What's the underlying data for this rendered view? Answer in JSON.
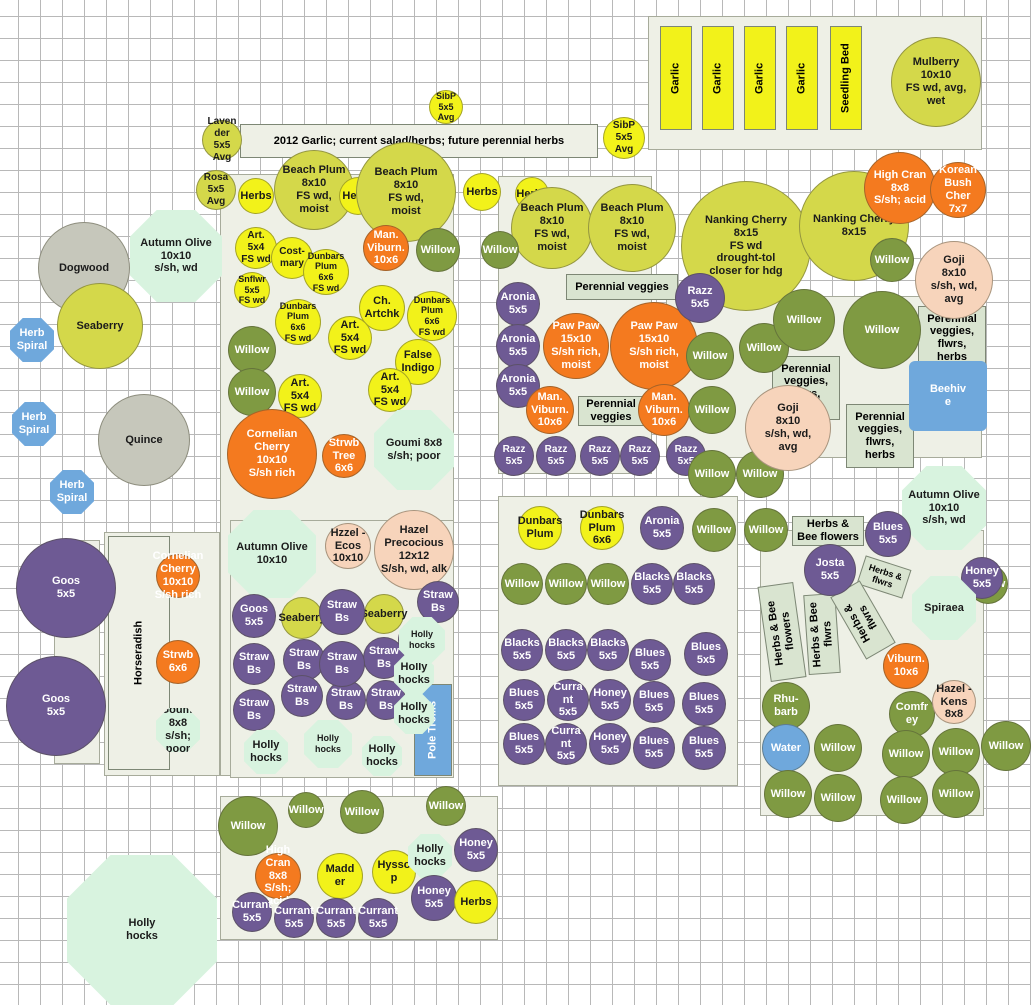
{
  "colors": {
    "yellow": "#f2f21a",
    "olive_yellow": "#d4d84a",
    "orange": "#f47a1f",
    "purple": "#6e5a94",
    "green": "#7f9a42",
    "mint": "#d8f3df",
    "peach": "#f7d4bb",
    "blue_octagon": "#6fa8dc",
    "grey_circle": "#c6c7bb",
    "bed": "#eef0e6",
    "label_box": "#d9e4d0"
  },
  "plants": [
    {
      "text": "SibP\n5x5\nAvg",
      "shape": "c",
      "color": "yellow"
    },
    {
      "text": "SibP\n5x5\nAvg",
      "shape": "c",
      "color": "yellow"
    },
    {
      "text": "Laven\nder\n5x5\nAvg",
      "shape": "c",
      "color": "olive_yellow"
    },
    {
      "text": "Rosa\n5x5\nAvg",
      "shape": "c",
      "color": "olive_yellow"
    },
    {
      "text": "Herbs",
      "shape": "c",
      "color": "yellow"
    },
    {
      "text": "Beach Plum\n8x10\nFS wd,\nmoist",
      "shape": "c",
      "color": "olive_yellow"
    },
    {
      "text": "Herbs",
      "shape": "c",
      "color": "yellow"
    },
    {
      "text": "Beach Plum\n8x10\nFS wd,\nmoist",
      "shape": "c",
      "color": "olive_yellow"
    },
    {
      "text": "Herbs",
      "shape": "c",
      "color": "yellow"
    },
    {
      "text": "Herbs",
      "shape": "c",
      "color": "yellow"
    },
    {
      "text": "Beach Plum\n8x10\nFS wd,\nmoist",
      "shape": "c",
      "color": "olive_yellow"
    },
    {
      "text": "Beach Plum\n8x10\nFS wd,\nmoist",
      "shape": "c",
      "color": "olive_yellow"
    },
    {
      "text": "Nanking Cherry\n8x15\nFS wd\ndrought-tol\ncloser for hdg",
      "shape": "c",
      "color": "olive_yellow"
    },
    {
      "text": "Nanking Cherry\n8x15",
      "shape": "c",
      "color": "olive_yellow"
    },
    {
      "text": "Mulberry\n10x10\nFS wd, avg,\nwet",
      "shape": "c",
      "color": "olive_yellow"
    },
    {
      "text": "High Cran\n8x8\nS/sh; acid",
      "shape": "c",
      "color": "orange",
      "white": true
    },
    {
      "text": "Korean\nBush Cher\n7x7",
      "shape": "c",
      "color": "orange",
      "white": true
    },
    {
      "text": "Autumn Olive\n10x10\ns/sh, wd",
      "shape": "oct",
      "color": "mint"
    },
    {
      "text": "Dogwood",
      "shape": "c",
      "color": "grey_circle"
    },
    {
      "text": "Seaberry",
      "shape": "c",
      "color": "olive_yellow"
    },
    {
      "text": "Herb\nSpiral",
      "shape": "oct",
      "color": "blue_octagon",
      "white": true
    },
    {
      "text": "Herb\nSpiral",
      "shape": "oct",
      "color": "blue_octagon",
      "white": true
    },
    {
      "text": "Herb\nSpiral",
      "shape": "oct",
      "color": "blue_octagon",
      "white": true
    },
    {
      "text": "Quince",
      "shape": "c",
      "color": "grey_circle"
    },
    {
      "text": "Art.\n5x4\nFS wd",
      "shape": "c",
      "color": "yellow"
    },
    {
      "text": "Cost-\nmary",
      "shape": "c",
      "color": "yellow"
    },
    {
      "text": "Man.\nViburn.\n10x6",
      "shape": "c",
      "color": "orange",
      "white": true
    },
    {
      "text": "Willow",
      "shape": "c",
      "color": "green",
      "white": true
    },
    {
      "text": "Willow",
      "shape": "c",
      "color": "green",
      "white": true
    },
    {
      "text": "Snflwr\n5x5\nFS wd",
      "shape": "c",
      "color": "yellow"
    },
    {
      "text": "Dunbars\nPlum\n6x6\nFS wd",
      "shape": "c",
      "color": "yellow"
    },
    {
      "text": "Dunbars\nPlum\n6x6\nFS wd",
      "shape": "c",
      "color": "yellow"
    },
    {
      "text": "Ch.\nArtchk",
      "shape": "c",
      "color": "yellow"
    },
    {
      "text": "Dunbars\nPlum\n6x6\nFS wd",
      "shape": "c",
      "color": "yellow"
    },
    {
      "text": "Art.\n5x4\nFS wd",
      "shape": "c",
      "color": "yellow"
    },
    {
      "text": "False\nIndigo",
      "shape": "c",
      "color": "yellow"
    },
    {
      "text": "Willow",
      "shape": "c",
      "color": "green",
      "white": true
    },
    {
      "text": "Willow",
      "shape": "c",
      "color": "green",
      "white": true
    },
    {
      "text": "Art.\n5x4\nFS wd",
      "shape": "c",
      "color": "yellow"
    },
    {
      "text": "Art.\n5x4\nFS wd",
      "shape": "c",
      "color": "yellow"
    },
    {
      "text": "Cornelian\nCherry\n10x10\nS/sh rich",
      "shape": "c",
      "color": "orange",
      "white": true
    },
    {
      "text": "Strwb\nTree\n6x6",
      "shape": "c",
      "color": "orange",
      "white": true
    },
    {
      "text": "Goumi 8x8\ns/sh; poor",
      "shape": "oct",
      "color": "mint"
    },
    {
      "text": "Aronia\n5x5",
      "shape": "c",
      "color": "purple",
      "white": true
    },
    {
      "text": "Aronia\n5x5",
      "shape": "c",
      "color": "purple",
      "white": true
    },
    {
      "text": "Aronia\n5x5",
      "shape": "c",
      "color": "purple",
      "white": true
    },
    {
      "text": "Paw Paw\n15x10\nS/sh rich,\nmoist",
      "shape": "c",
      "color": "orange",
      "white": true
    },
    {
      "text": "Paw Paw\n15x10\nS/sh rich,\nmoist",
      "shape": "c",
      "color": "orange",
      "white": true
    },
    {
      "text": "Man.\nViburn.\n10x6",
      "shape": "c",
      "color": "orange",
      "white": true
    },
    {
      "text": "Man.\nViburn.\n10x6",
      "shape": "c",
      "color": "orange",
      "white": true
    },
    {
      "text": "Razz\n5x5",
      "shape": "c",
      "color": "purple",
      "white": true
    },
    {
      "text": "Razz\n5x5",
      "shape": "c",
      "color": "purple",
      "white": true
    },
    {
      "text": "Razz\n5x5",
      "shape": "c",
      "color": "purple",
      "white": true
    },
    {
      "text": "Razz\n5x5",
      "shape": "c",
      "color": "purple",
      "white": true
    },
    {
      "text": "Razz\n5x5",
      "shape": "c",
      "color": "purple",
      "white": true
    },
    {
      "text": "Razz\n5x5",
      "shape": "c",
      "color": "purple",
      "white": true
    },
    {
      "text": "Willow",
      "shape": "c",
      "color": "green",
      "white": true
    },
    {
      "text": "Willow",
      "shape": "c",
      "color": "green",
      "white": true
    },
    {
      "text": "Willow",
      "shape": "c",
      "color": "green",
      "white": true
    },
    {
      "text": "Willow",
      "shape": "c",
      "color": "green",
      "white": true
    },
    {
      "text": "Willow",
      "shape": "c",
      "color": "green",
      "white": true
    },
    {
      "text": "Willow",
      "shape": "c",
      "color": "green",
      "white": true
    },
    {
      "text": "Willow",
      "shape": "c",
      "color": "green",
      "white": true
    },
    {
      "text": "Willow",
      "shape": "c",
      "color": "green",
      "white": true
    },
    {
      "text": "Goji\n8x10\ns/sh, wd,\navg",
      "shape": "c",
      "color": "peach"
    },
    {
      "text": "Goji\n8x10\ns/sh, wd,\navg",
      "shape": "c",
      "color": "peach"
    },
    {
      "text": "Beehiv\ne",
      "shape": "rr",
      "color": "blue_octagon",
      "white": true
    },
    {
      "text": "Autumn Olive\n10x10\ns/sh, wd",
      "shape": "oct",
      "color": "mint"
    },
    {
      "text": "Autumn Olive\n10x10",
      "shape": "oct",
      "color": "mint"
    },
    {
      "text": "Hzzel - Ecos\n10x10",
      "shape": "c",
      "color": "peach"
    },
    {
      "text": "Hazel\nPrecocious\n12x12\nS/sh, wd, alk",
      "shape": "c",
      "color": "peach"
    },
    {
      "text": "Cornelian\nCherry\n10x10\nS/sh rich",
      "shape": "c",
      "color": "orange",
      "white": true
    },
    {
      "text": "Strwb\n6x6",
      "shape": "c",
      "color": "orange",
      "white": true
    },
    {
      "text": "Goumi 8x8\ns/sh; poor",
      "shape": "oct",
      "color": "mint"
    },
    {
      "text": "Goos\n5x5",
      "shape": "c",
      "color": "purple",
      "white": true
    },
    {
      "text": "Goos\n5x5",
      "shape": "c",
      "color": "purple",
      "white": true
    },
    {
      "text": "Goos\n5x5",
      "shape": "c",
      "color": "purple",
      "white": true
    },
    {
      "text": "Seaberry",
      "shape": "c",
      "color": "olive_yellow"
    },
    {
      "text": "Seaberry",
      "shape": "c",
      "color": "olive_yellow"
    },
    {
      "text": "Straw\nBs",
      "shape": "c",
      "color": "purple",
      "white": true
    },
    {
      "text": "Straw\nBs",
      "shape": "c",
      "color": "purple",
      "white": true
    },
    {
      "text": "Straw\nBs",
      "shape": "c",
      "color": "purple",
      "white": true
    },
    {
      "text": "Straw\nBs",
      "shape": "c",
      "color": "purple",
      "white": true
    },
    {
      "text": "Straw\nBs",
      "shape": "c",
      "color": "purple",
      "white": true
    },
    {
      "text": "Straw\nBs",
      "shape": "c",
      "color": "purple",
      "white": true
    },
    {
      "text": "Straw\nBs",
      "shape": "c",
      "color": "purple",
      "white": true
    },
    {
      "text": "Straw\nBs",
      "shape": "c",
      "color": "purple",
      "white": true
    },
    {
      "text": "Straw\nBs",
      "shape": "c",
      "color": "purple",
      "white": true
    },
    {
      "text": "Straw\nBs",
      "shape": "c",
      "color": "purple",
      "white": true
    },
    {
      "text": "Straw\nBs",
      "shape": "c",
      "color": "purple",
      "white": true
    },
    {
      "text": "Holly\nhocks",
      "shape": "oct",
      "color": "mint"
    },
    {
      "text": "Holly\nhocks",
      "shape": "oct",
      "color": "mint"
    },
    {
      "text": "Holly\nhocks",
      "shape": "oct",
      "color": "mint"
    },
    {
      "text": "Holly\nhocks",
      "shape": "oct",
      "color": "mint"
    },
    {
      "text": "Holly\nhocks",
      "shape": "oct",
      "color": "mint"
    },
    {
      "text": "Holly\nhocks",
      "shape": "oct",
      "color": "mint"
    },
    {
      "text": "Dunbars\nPlum",
      "shape": "c",
      "color": "yellow"
    },
    {
      "text": "Dunbars\nPlum\n6x6",
      "shape": "c",
      "color": "yellow"
    },
    {
      "text": "Aronia\n5x5",
      "shape": "c",
      "color": "purple",
      "white": true
    },
    {
      "text": "Willow",
      "shape": "c",
      "color": "green",
      "white": true
    },
    {
      "text": "Willow",
      "shape": "c",
      "color": "green",
      "white": true
    },
    {
      "text": "Willow",
      "shape": "c",
      "color": "green",
      "white": true
    },
    {
      "text": "Willow",
      "shape": "c",
      "color": "green",
      "white": true
    },
    {
      "text": "Willow",
      "shape": "c",
      "color": "green",
      "white": true
    },
    {
      "text": "Willow",
      "shape": "c",
      "color": "green",
      "white": true
    },
    {
      "text": "Blacks\n5x5",
      "shape": "c",
      "color": "purple",
      "white": true
    },
    {
      "text": "Blacks\n5x5",
      "shape": "c",
      "color": "purple",
      "white": true
    },
    {
      "text": "Blacks\n5x5",
      "shape": "c",
      "color": "purple",
      "white": true
    },
    {
      "text": "Blacks\n5x5",
      "shape": "c",
      "color": "purple",
      "white": true
    },
    {
      "text": "Blacks\n5x5",
      "shape": "c",
      "color": "purple",
      "white": true
    },
    {
      "text": "Blues\n5x5",
      "shape": "c",
      "color": "purple",
      "white": true
    },
    {
      "text": "Blues\n5x5",
      "shape": "c",
      "color": "purple",
      "white": true
    },
    {
      "text": "Blues\n5x5",
      "shape": "c",
      "color": "purple",
      "white": true
    },
    {
      "text": "Curra\nnt\n5x5",
      "shape": "c",
      "color": "purple",
      "white": true
    },
    {
      "text": "Honey\n5x5",
      "shape": "c",
      "color": "purple",
      "white": true
    },
    {
      "text": "Blues\n5x5",
      "shape": "c",
      "color": "purple",
      "white": true
    },
    {
      "text": "Blues\n5x5",
      "shape": "c",
      "color": "purple",
      "white": true
    },
    {
      "text": "Blues\n5x5",
      "shape": "c",
      "color": "purple",
      "white": true
    },
    {
      "text": "Curra\nnt\n5x5",
      "shape": "c",
      "color": "purple",
      "white": true
    },
    {
      "text": "Honey\n5x5",
      "shape": "c",
      "color": "purple",
      "white": true
    },
    {
      "text": "Blues\n5x5",
      "shape": "c",
      "color": "purple",
      "white": true
    },
    {
      "text": "Blues\n5x5",
      "shape": "c",
      "color": "purple",
      "white": true
    },
    {
      "text": "Blues\n5x5",
      "shape": "c",
      "color": "purple",
      "white": true
    },
    {
      "text": "Josta\n5x5",
      "shape": "c",
      "color": "purple",
      "white": true
    },
    {
      "text": "Honey\n5x5",
      "shape": "c",
      "color": "purple",
      "white": true
    },
    {
      "text": "Spiraea",
      "shape": "oct",
      "color": "mint"
    },
    {
      "text": "Viburn.\n10x6",
      "shape": "c",
      "color": "orange",
      "white": true
    },
    {
      "text": "Comfr\ney",
      "shape": "c",
      "color": "green",
      "white": true
    },
    {
      "text": "Hazel -\nKens\n8x8",
      "shape": "c",
      "color": "peach"
    },
    {
      "text": "Rhu-\nbarb",
      "shape": "c",
      "color": "green",
      "white": true
    },
    {
      "text": "Water",
      "shape": "c",
      "color": "blue_octagon",
      "white": true
    },
    {
      "text": "Willow",
      "shape": "c",
      "color": "green",
      "white": true
    },
    {
      "text": "Willow",
      "shape": "c",
      "color": "green",
      "white": true
    },
    {
      "text": "Willow",
      "shape": "c",
      "color": "green",
      "white": true
    },
    {
      "text": "Willow",
      "shape": "c",
      "color": "green",
      "white": true
    },
    {
      "text": "Willow",
      "shape": "c",
      "color": "green",
      "white": true
    },
    {
      "text": "Willow",
      "shape": "c",
      "color": "green",
      "white": true
    },
    {
      "text": "Willow",
      "shape": "c",
      "color": "green",
      "white": true
    },
    {
      "text": "Willow",
      "shape": "c",
      "color": "green",
      "white": true
    },
    {
      "text": "Willow",
      "shape": "c",
      "color": "green",
      "white": true
    },
    {
      "text": "Willow",
      "shape": "c",
      "color": "green",
      "white": true
    },
    {
      "text": "Willow",
      "shape": "c",
      "color": "green",
      "white": true
    },
    {
      "text": "Willow",
      "shape": "c",
      "color": "green",
      "white": true
    },
    {
      "text": "High Cran\n8x8\nS/sh; acid",
      "shape": "c",
      "color": "orange",
      "white": true
    },
    {
      "text": "Madd\ner",
      "shape": "c",
      "color": "yellow"
    },
    {
      "text": "Hysso\np",
      "shape": "c",
      "color": "yellow"
    },
    {
      "text": "Holly\nhocks",
      "shape": "oct",
      "color": "mint"
    },
    {
      "text": "Honey\n5x5",
      "shape": "c",
      "color": "purple",
      "white": true
    },
    {
      "text": "Honey\n5x5",
      "shape": "c",
      "color": "purple",
      "white": true
    },
    {
      "text": "Herbs",
      "shape": "c",
      "color": "yellow"
    },
    {
      "text": "Currant\n5x5",
      "shape": "c",
      "color": "purple",
      "white": true
    },
    {
      "text": "Currant\n5x5",
      "shape": "c",
      "color": "purple",
      "white": true
    },
    {
      "text": "Currant\n5x5",
      "shape": "c",
      "color": "purple",
      "white": true
    },
    {
      "text": "Currant\n5x5",
      "shape": "c",
      "color": "purple",
      "white": true
    },
    {
      "text": "Holly\nhocks",
      "shape": "oct",
      "color": "mint"
    },
    {
      "text": "Art.\n5x4\nFS wd",
      "shape": "c",
      "color": "yellow"
    },
    {
      "text": "Art.\n5x4\nFS wd",
      "shape": "c",
      "color": "yellow"
    },
    {
      "text": "Art.\n5x4\nFS wd",
      "shape": "c",
      "color": "yellow"
    },
    {
      "text": "",
      "shape": "c",
      "color": "mint"
    }
  ],
  "labels": [
    {
      "text": "Garlic",
      "vertical": true,
      "color": "yellow"
    },
    {
      "text": "Garlic",
      "vertical": true,
      "color": "yellow"
    },
    {
      "text": "Garlic",
      "vertical": true,
      "color": "yellow"
    },
    {
      "text": "Garlic",
      "vertical": true,
      "color": "yellow"
    },
    {
      "text": "Seedling Bed",
      "vertical": true,
      "color": "yellow"
    },
    {
      "text": "2012 Garlic; current salad/herbs; future perennial herbs",
      "vertical": false,
      "color": "bed"
    },
    {
      "text": "Perennial veggies",
      "vertical": false,
      "color": "label_box"
    },
    {
      "text": "Perennial\nveggies",
      "vertical": false,
      "color": "label_box"
    },
    {
      "text": "Perennial\nveggies,\nflwrs,\nherbs",
      "vertical": false,
      "color": "label_box"
    },
    {
      "text": "Perennial\nveggies,\nflwrs,\nherbs",
      "vertical": false,
      "color": "label_box"
    },
    {
      "text": "Perennial\nveggies,\nflwrs,\nherbs",
      "vertical": false,
      "color": "label_box"
    },
    {
      "text": "Horseradish",
      "vertical": true,
      "color": "bed"
    },
    {
      "text": "Pole Trellis",
      "vertical": true,
      "color": "blue_octagon"
    },
    {
      "text": "Herbs &\nBee flowers",
      "vertical": false,
      "color": "label_box"
    },
    {
      "text": "Herbs &\nflwrs",
      "vertical": false,
      "color": "label_box"
    },
    {
      "text": "Herbs & Bee\nflowers",
      "vertical": true,
      "color": "label_box"
    },
    {
      "text": "Herbs & Bee\nflwrs",
      "vertical": true,
      "color": "label_box"
    },
    {
      "text": "Herbs &\nflwrs",
      "vertical": true,
      "color": "label_box"
    }
  ]
}
